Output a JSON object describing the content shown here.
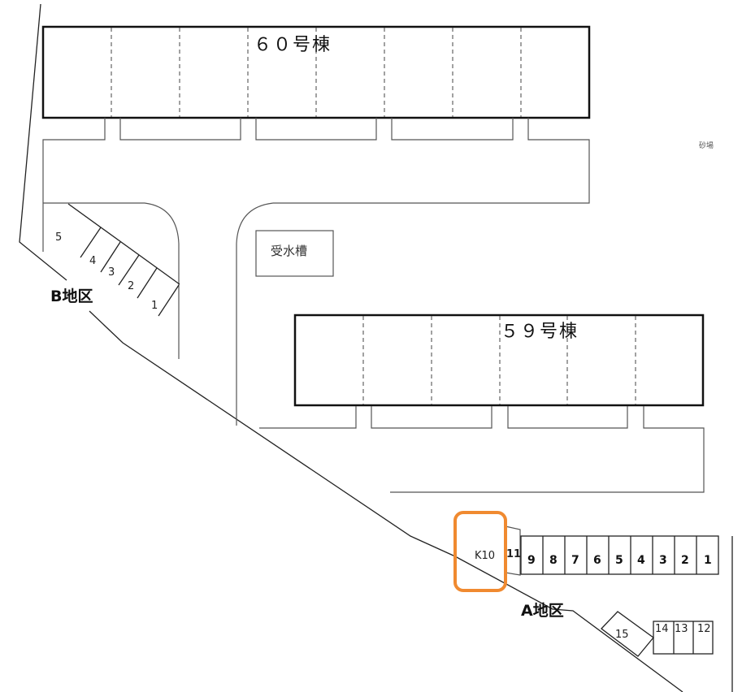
{
  "buildings": {
    "b60": {
      "label": "６０号棟"
    },
    "b59": {
      "label": "５９号棟"
    }
  },
  "facilities": {
    "water_tank": "受水槽",
    "sandbox": "砂場"
  },
  "areas": {
    "a": "A地区",
    "b": "B地区"
  },
  "b_area_slots": [
    "5",
    "4",
    "3",
    "2",
    "1"
  ],
  "a_area_slots": {
    "row_main": [
      "9",
      "8",
      "7",
      "6",
      "5",
      "4",
      "3",
      "2",
      "1"
    ],
    "row_lower": [
      "14",
      "13",
      "12"
    ],
    "slot_11": "11",
    "slot_15": "15",
    "slot_k10": "K10"
  },
  "highlight": {
    "target": "K10",
    "color": "#F08A30"
  }
}
